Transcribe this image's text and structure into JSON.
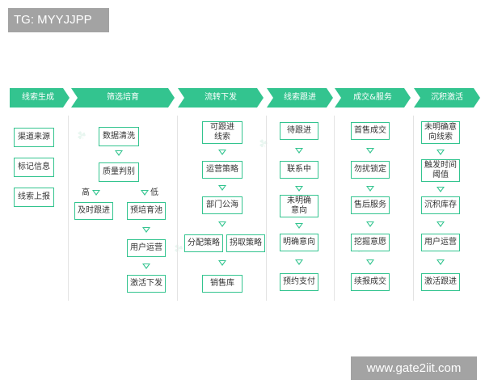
{
  "tags": {
    "top_left": "TG: MYYJJPP",
    "bottom_right": "www.gate2iit.com"
  },
  "headers": [
    "线索生成",
    "筛选培育",
    "流转下发",
    "线索跟进",
    "成交&服务",
    "沉积激活"
  ],
  "col1": [
    "渠道来源",
    "标记信息",
    "线索上报"
  ],
  "col2": {
    "clean": "数据清洗",
    "judge": "质量判别",
    "high_label": "高",
    "low_label": "低",
    "timely": "及时跟进",
    "nurture": "预培育池",
    "user_ops": "用户运营",
    "activate": "激活下发"
  },
  "col3": {
    "followable": "可跟进\n线索",
    "ops_strategy": "运营策略",
    "public_sea": "部门公海",
    "dist_strategy": "分配策略",
    "grab_strategy": "拐取策略",
    "sales_lib": "销售库"
  },
  "col4": [
    "待跟进",
    "联系中",
    "未明确\n意向",
    "明确意向",
    "预约支付"
  ],
  "col5": [
    "首售成交",
    "勿扰锁定",
    "售后服务",
    "挖掘意愿",
    "续报成交"
  ],
  "col6": [
    "未明确意\n向线索",
    "触发时间\n阈值",
    "沉积库存",
    "用户运营",
    "激活跟进"
  ]
}
